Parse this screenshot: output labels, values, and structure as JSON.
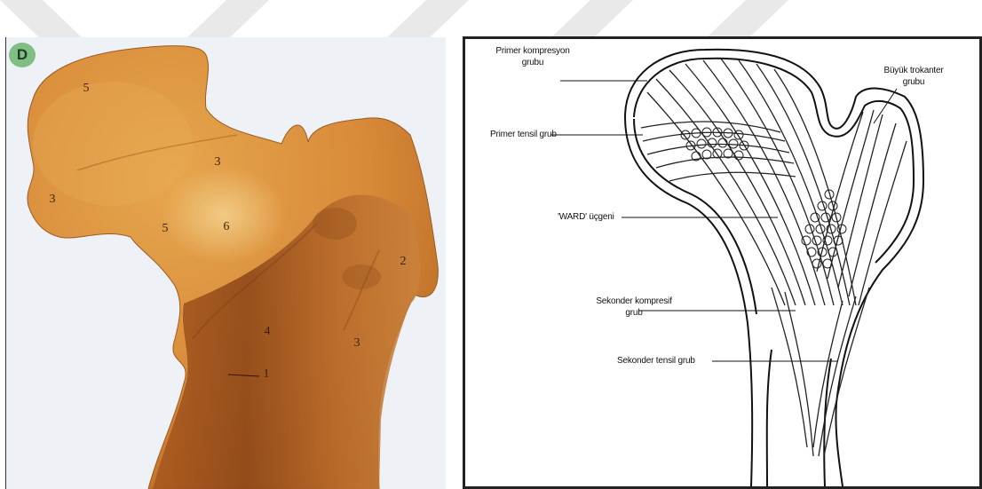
{
  "photo": {
    "badge": "D",
    "labels": [
      "5",
      "3",
      "3",
      "5",
      "6",
      "2",
      "4",
      "3",
      "1"
    ]
  },
  "diagram": {
    "labels": {
      "primer_kompresyon_1": "Primer kompresyon",
      "primer_kompresyon_2": "grubu",
      "buyuk_trokanter_1": "Büyük trokanter",
      "buyuk_trokanter_2": "grubu",
      "primer_tensil": "Primer tensil grub",
      "ward": "'WARD' üçgeni",
      "sekonder_kompresif_1": "Sekonder kompresif",
      "sekonder_kompresif_2": "grub",
      "sekonder_tensil": "Sekonder tensil grub"
    }
  }
}
